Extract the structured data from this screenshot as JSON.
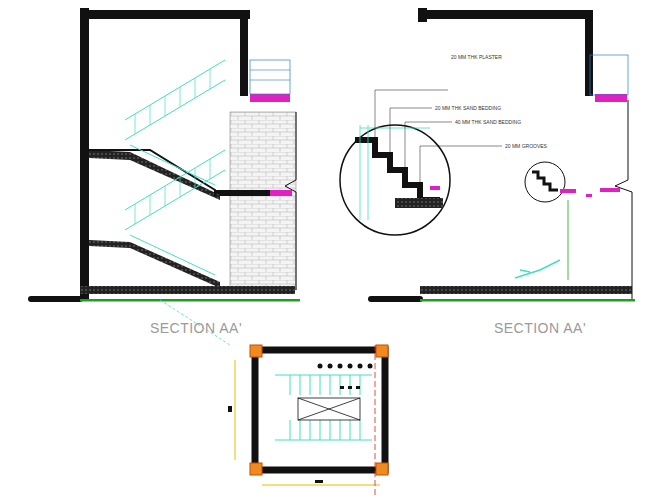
{
  "diagram": {
    "labels": [
      "SECTION AA'",
      "SECTION AA'",
      "20 MM THK PLASTER",
      "20 MM THK SAND BEDDING",
      "40 MM THK SAND BEDDING",
      "20 MM GROOVES"
    ]
  }
}
